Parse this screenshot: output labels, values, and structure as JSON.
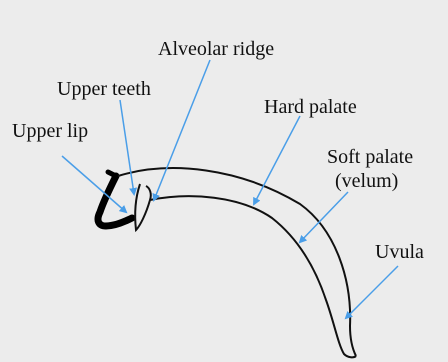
{
  "labels": {
    "alveolar_ridge": "Alveolar ridge",
    "upper_teeth": "Upper teeth",
    "hard_palate": "Hard palate",
    "upper_lip": "Upper lip",
    "soft_palate": "Soft palate",
    "velum": "(velum)",
    "uvula": "Uvula"
  },
  "colors": {
    "arrow": "#4a9ee8",
    "outline": "#111111",
    "lip": "#000000",
    "background": "#ececec"
  }
}
